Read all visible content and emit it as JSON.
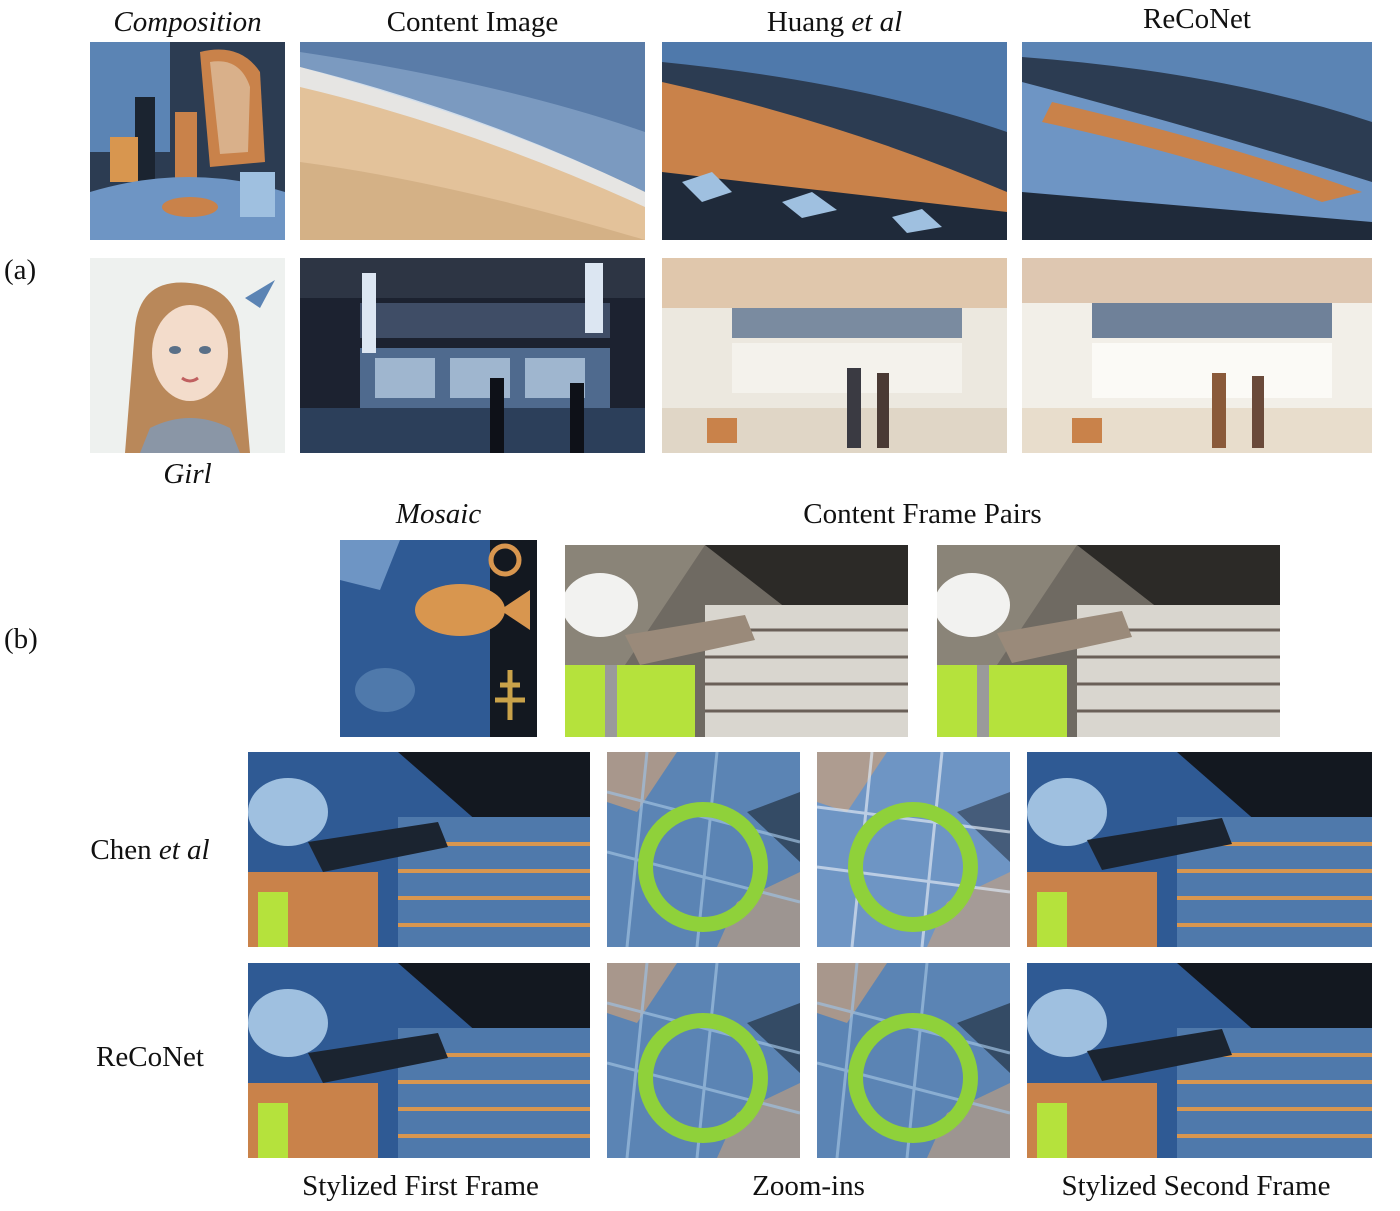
{
  "part_a": {
    "label": "(a)",
    "headers": {
      "composition": "Composition",
      "content_image": "Content Image",
      "huang_prefix": "Huang ",
      "huang_suffix": "et al",
      "reconet": "ReCoNet"
    },
    "style_caption_girl": "Girl"
  },
  "part_b": {
    "label": "(b)",
    "style_caption_mosaic": "Mosaic",
    "content_frame_pairs": "Content Frame Pairs",
    "rows": {
      "chen_prefix": "Chen ",
      "chen_suffix": "et al",
      "reconet": "ReCoNet"
    },
    "captions": {
      "first_frame": "Stylized First Frame",
      "zoom_ins": "Zoom-ins",
      "second_frame": "Stylized Second Frame"
    }
  },
  "colors": {
    "zoom_ring": "#8fd13a",
    "style_blue": "#3f6ea8",
    "style_orange": "#c9824a",
    "safety_vest": "#b5e23c"
  }
}
